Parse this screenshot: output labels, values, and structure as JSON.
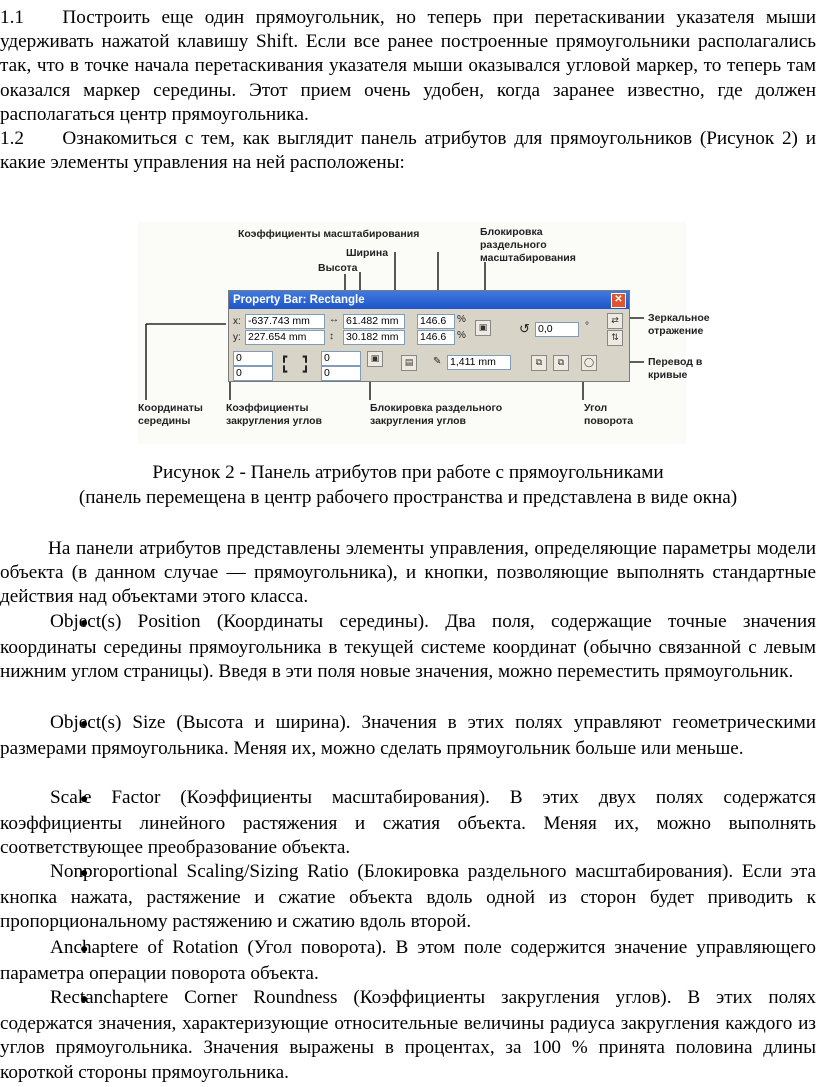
{
  "paragraphs": [
    "1.1  Построить еще один прямоугольник, но теперь при перетаскивании указателя мыши удерживать нажатой клавишу Shift. Если все ранее построенные прямоугольники располагались так, что в точке начала перетаскивания указателя мыши оказывался угловой маркер, то теперь там оказался маркер середины. Этот прием очень удобен, когда заранее известно, где должен располагаться центр прямоугольника.",
    "1.2  Ознакомиться с тем, как выглядит панель атрибутов для прямоугольников (Рисунок 2) и какие элементы управления на ней расположены:"
  ],
  "figure": {
    "window_title": "Property Bar: Rectangle",
    "labels": {
      "scale": "Коэффициенты масштабирования",
      "width": "Ширина",
      "height": "Высота",
      "lock": "Блокировка раздельного масштабирования",
      "mirror": "Зеркальное отражение",
      "curves": "Перевод в кривые",
      "coords": "Координаты середины",
      "round": "Коэффициенты закругления углов",
      "round_lock": "Блокировка раздельного закругления углов",
      "angle": "Угол поворота"
    },
    "fields": {
      "x_label": "x:",
      "x": "-637.743 mm",
      "y_label": "y:",
      "y": "227.654 mm",
      "w": "61.482 mm",
      "h": "30.182 mm",
      "sx": "146.6",
      "sy": "146.6",
      "pct1": "%",
      "pct2": "%",
      "angle": "0,0",
      "deg": "°",
      "r1": "0",
      "r2": "0",
      "r3": "0",
      "r4": "0",
      "outline": "1,411 mm"
    }
  },
  "caption_line1": "Рисунок 2 -  Панель атрибутов при работе с прямоугольниками",
  "caption_line2": "(панель перемещена в центр рабочего пространства и представлена в виде окна)",
  "body": {
    "intro": "На панели атрибутов представлены элементы управления, определяющие параметры модели объекта (в данном случае — прямоугольника), и кнопки, позволяющие выполнять стандартные действия над объектами этого класса.",
    "items": [
      "Object(s) Position (Координаты середины). Два поля, содержащие точные значения координаты середины прямоугольника в текущей системе координат (обычно связанной с левым нижним углом страницы). Введя в эти поля новые значения, можно переместить прямоугольник.",
      "Object(s) Size (Высота и ширина). Значения в этих полях управляют геометрическими размерами прямоугольника. Меняя их, можно сделать прямоугольник больше или меньше.",
      "Scale Factor (Коэффициенты масштабирования). В этих двух полях содержатся коэффициенты линейного растяжения и сжатия объекта. Меняя их, можно выполнять соответствующее преобразование объекта.",
      "Nonproportional Scaling/Sizing Ratio (Блокировка раздельного масштабирования). Если эта кнопка нажата, растяжение и сжатие объекта вдоль одной из сторон будет приводить к пропорциональному растяжению и сжатию вдоль второй.",
      "Anchaptere of Rotation (Угол поворота). В этом поле содержится значение управляющего параметра операции поворота объекта.",
      "Rectanchaptere Corner Roundness (Коэффициенты закругления углов). В этих полях содержатся значения, характеризующие относительные величины радиуса закругления каждого из углов прямоугольника. Значения выражены в процентах, за 100 % принята половина длины короткой стороны прямоугольника."
    ]
  }
}
